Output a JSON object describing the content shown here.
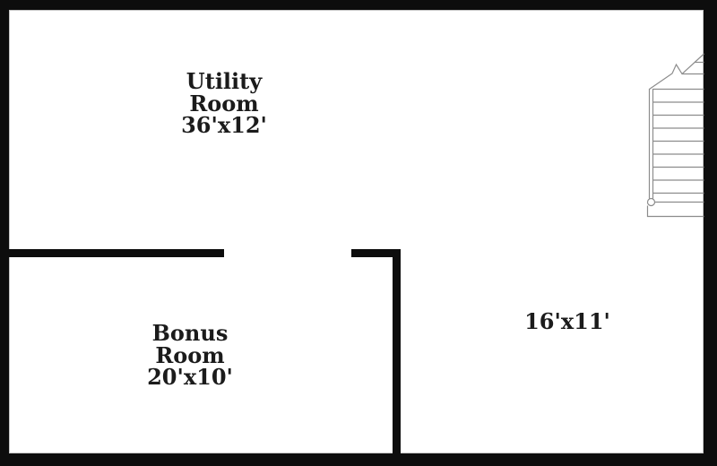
{
  "rooms": [
    {
      "name_line1": "Utility",
      "name_line2": "Room",
      "dimensions": "36'x12'"
    },
    {
      "name_line1": "Bonus",
      "name_line2": "Room",
      "dimensions": "20'x10'"
    },
    {
      "dimensions": "16'x11'"
    }
  ],
  "stairs": {
    "icon": "staircase"
  },
  "colors": {
    "wall": "#0d0d0d",
    "stair_line": "#8c8c8c",
    "text": "#1b1b1b",
    "background": "#ffffff",
    "hairline": "#c4c4c4"
  }
}
